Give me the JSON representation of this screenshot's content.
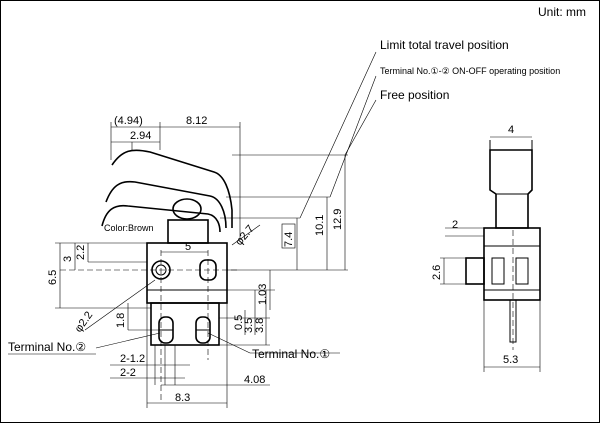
{
  "unit_label": "Unit: mm",
  "callouts": {
    "limit_travel": "Limit total travel position",
    "on_off_operating": "Terminal No.①-② ON-OFF operating position",
    "free_position": "Free position",
    "color": "Color:Brown",
    "terminal2": "Terminal No.②",
    "terminal1": "Terminal No.①"
  },
  "dimensions": {
    "d_4_94": "(4.94)",
    "d_8_12": "8.12",
    "d_2_94": "2.94",
    "d_phi_2_7": "φ2.7",
    "d_7_4": "7.4",
    "d_10_1": "10.1",
    "d_12_9": "12.9",
    "d_5": "5",
    "d_3": "3",
    "d_2_2": "2.2",
    "d_6_5": "6.5",
    "d_1_03": "1.03",
    "d_phi_2_2": "φ2.2",
    "d_1_8": "1.8",
    "d_0_5": "0.5",
    "d_3_5": "3.5",
    "d_3_8": "3.8",
    "d_2_1_2": "2-1.2",
    "d_2_2x": "2-2",
    "d_4_08": "4.08",
    "d_8_3": "8.3",
    "d_4": "4",
    "d_2": "2",
    "d_2_6": "2.6",
    "d_5_3": "5.3"
  }
}
